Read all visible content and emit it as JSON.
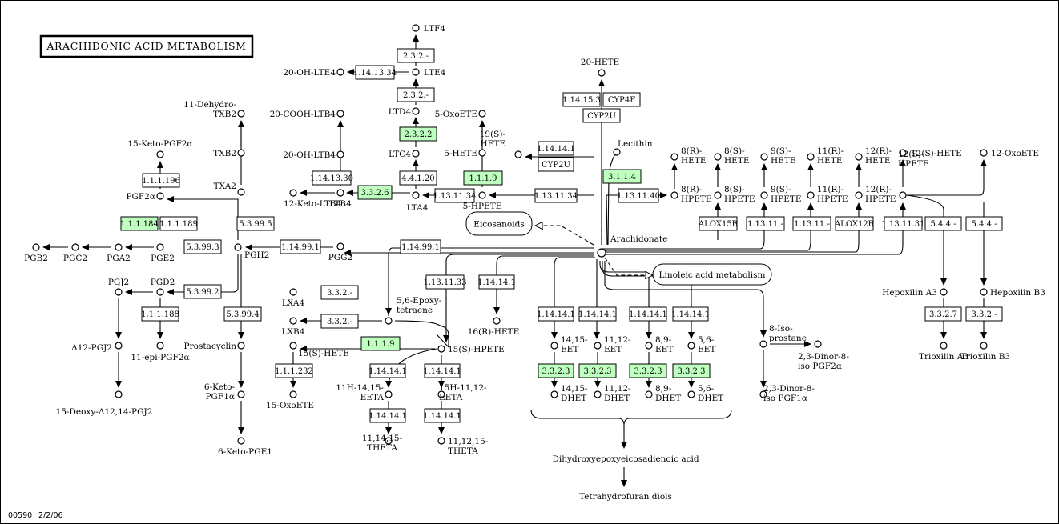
{
  "title": "ARACHIDONIC ACID METABOLISM",
  "footer": {
    "map_id": "00590",
    "date": "2/2/06"
  },
  "colors": {
    "enzyme_present": "#bfffbf",
    "enzyme_absent": "#ffffff",
    "line": "#000000",
    "background": "#ffffff"
  },
  "compounds": [
    {
      "id": "ltf4",
      "label": "LTF4",
      "label_pos": "right"
    },
    {
      "id": "lte4",
      "label": "LTE4",
      "label_pos": "right"
    },
    {
      "id": "oh_lte4",
      "label": "20-OH-LTE4",
      "label_pos": "left"
    },
    {
      "id": "ltd4",
      "label": "LTD4",
      "label_pos": "left"
    },
    {
      "id": "ltc4",
      "label": "LTC4",
      "label_pos": "left"
    },
    {
      "id": "lta4",
      "label": "LTA4",
      "label_pos": "below"
    },
    {
      "id": "ltb4",
      "label": "LTB4",
      "label_pos": "below"
    },
    {
      "id": "keto_ltb4",
      "label": "12-Keto-LTB4",
      "label_pos": "right"
    },
    {
      "id": "oh_ltb4",
      "label": "20-OH-LTB4",
      "label_pos": "left"
    },
    {
      "id": "cooh_ltb4",
      "label": "20-COOH-LTB4",
      "label_pos": "left"
    },
    {
      "id": "oxoete5",
      "label": "5-OxoETE",
      "label_pos": "left"
    },
    {
      "id": "hete5",
      "label": "5-HETE",
      "label_pos": "left"
    },
    {
      "id": "hpete5",
      "label": "5-HPETE",
      "label_pos": "below"
    },
    {
      "id": "hete19",
      "label": "19(S)-\nHETE",
      "label_pos": "left"
    },
    {
      "id": "hete20",
      "label": "20-HETE",
      "label_pos": "above"
    },
    {
      "id": "lecithin",
      "label": "Lecithin",
      "label_pos": "right"
    },
    {
      "id": "arach",
      "label": "Arachidonate",
      "label_pos": "right"
    },
    {
      "id": "hete8r",
      "label": "8(R)-\nHETE",
      "label_pos": "right"
    },
    {
      "id": "hpete8r",
      "label": "8(R)-\nHPETE",
      "label_pos": "right"
    },
    {
      "id": "hete8s",
      "label": "8(S)-\nHETE",
      "label_pos": "right"
    },
    {
      "id": "hpete8s",
      "label": "8(S)-\nHPETE",
      "label_pos": "right"
    },
    {
      "id": "hete9s",
      "label": "9(S)-\nHETE",
      "label_pos": "right"
    },
    {
      "id": "hpete9s",
      "label": "9(S)-\nHPETE",
      "label_pos": "right"
    },
    {
      "id": "hete11r",
      "label": "11(R)-\nHETE",
      "label_pos": "right"
    },
    {
      "id": "hpete11r",
      "label": "11(R)-\nHPETE",
      "label_pos": "right"
    },
    {
      "id": "hete12r",
      "label": "12(R)-\nHETE",
      "label_pos": "right"
    },
    {
      "id": "hpete12r",
      "label": "12(R)-\nHPETE",
      "label_pos": "right"
    },
    {
      "id": "hete12s",
      "label": "12(S)-HETE",
      "label_pos": "right"
    },
    {
      "id": "oxoete12",
      "label": "12-OxoETE",
      "label_pos": "right"
    },
    {
      "id": "hpete12s",
      "label": "12(S)-\nHPETE",
      "label_pos": "right"
    },
    {
      "id": "hepa",
      "label": "Hepoxilin A3",
      "label_pos": "left"
    },
    {
      "id": "hepb",
      "label": "Hepoxilin B3",
      "label_pos": "right"
    },
    {
      "id": "trioxa",
      "label": "Trioxilin A3",
      "label_pos": "below"
    },
    {
      "id": "trioxb",
      "label": "Trioxilin B3",
      "label_pos": "below"
    },
    {
      "id": "dehydro_txb2",
      "label": "11-Dehydro-\nTXB2",
      "label_pos": "left"
    },
    {
      "id": "txb2",
      "label": "TXB2",
      "label_pos": "left"
    },
    {
      "id": "txa2",
      "label": "TXA2",
      "label_pos": "left"
    },
    {
      "id": "keto_pgf2a",
      "label": "15-Keto-PGF2α",
      "label_pos": "above"
    },
    {
      "id": "pgf2a",
      "label": "PGF2α",
      "label_pos": "left"
    },
    {
      "id": "pgh2",
      "label": "PGH2",
      "label_pos": "right"
    },
    {
      "id": "pgg2",
      "label": "PGG2",
      "label_pos": "below"
    },
    {
      "id": "pge2",
      "label": "PGE2",
      "label_pos": "below"
    },
    {
      "id": "pga2",
      "label": "PGA2",
      "label_pos": "below"
    },
    {
      "id": "pgc2",
      "label": "PGC2",
      "label_pos": "below"
    },
    {
      "id": "pgb2",
      "label": "PGB2",
      "label_pos": "below"
    },
    {
      "id": "pgd2",
      "label": "PGD2",
      "label_pos": "above"
    },
    {
      "id": "pgj2",
      "label": "PGJ2",
      "label_pos": "above"
    },
    {
      "id": "d12pgj2",
      "label": "Δ12-PGJ2",
      "label_pos": "left"
    },
    {
      "id": "deoxy_pgj2",
      "label": "15-Deoxy-Δ12,14-PGJ2",
      "label_pos": "below"
    },
    {
      "id": "epi_pgf2a",
      "label": "11-epi-PGF2α",
      "label_pos": "below"
    },
    {
      "id": "prostacyclin",
      "label": "Prostacyclin",
      "label_pos": "left"
    },
    {
      "id": "keto_pgf1a",
      "label": "6-Keto-\nPGF1α",
      "label_pos": "left"
    },
    {
      "id": "keto_pge1",
      "label": "6-Keto-PGE1",
      "label_pos": "below"
    },
    {
      "id": "lxa4",
      "label": "LXA4",
      "label_pos": "below"
    },
    {
      "id": "lxb4",
      "label": "LXB4",
      "label_pos": "below"
    },
    {
      "id": "epoxy",
      "label": "5,6-Epoxy-\ntetraene",
      "label_pos": "right"
    },
    {
      "id": "hete15s",
      "label": "15(S)-HETE",
      "label_pos": "right"
    },
    {
      "id": "oxoete15",
      "label": "15-OxoETE",
      "label_pos": "below"
    },
    {
      "id": "hpete15s",
      "label": "15(S)-HPETE",
      "label_pos": "right"
    },
    {
      "id": "hete16r",
      "label": "16(R)-HETE",
      "label_pos": "below"
    },
    {
      "id": "eeta11h",
      "label": "11H-14,15-\nEETA",
      "label_pos": "left"
    },
    {
      "id": "eeta15h",
      "label": "15H-11,12-\nEETA",
      "label_pos": "right"
    },
    {
      "id": "theta11",
      "label": "11,14,15-\nTHETA",
      "label_pos": "below"
    },
    {
      "id": "theta11b",
      "label": "11,12,15-\nTHETA",
      "label_pos": "right"
    },
    {
      "id": "eet14",
      "label": "14,15-\nEET",
      "label_pos": "right"
    },
    {
      "id": "eet11",
      "label": "11,12-\nEET",
      "label_pos": "right"
    },
    {
      "id": "eet8",
      "label": "8,9-\nEET",
      "label_pos": "right"
    },
    {
      "id": "eet5",
      "label": "5,6-\nEET",
      "label_pos": "right"
    },
    {
      "id": "dhet14",
      "label": "14,15-\nDHET",
      "label_pos": "right"
    },
    {
      "id": "dhet11",
      "label": "11,12-\nDHET",
      "label_pos": "right"
    },
    {
      "id": "dhet8",
      "label": "8,9-\nDHET",
      "label_pos": "right"
    },
    {
      "id": "dhet5",
      "label": "5,6-\nDHET",
      "label_pos": "right"
    },
    {
      "id": "isop8",
      "label": "8-Iso-\nprostane",
      "label_pos": "right"
    },
    {
      "id": "dinor_f2a",
      "label": "2,3-Dinor-8-\niso PGF2α",
      "label_pos": "below"
    },
    {
      "id": "dinor_f1a",
      "label": "2,3-Dinor-8-\niso PGF1α",
      "label_pos": "right"
    }
  ],
  "enzymes": [
    {
      "id": "e_2321a",
      "label": "2.3.2.-",
      "present": false
    },
    {
      "id": "e_2321b",
      "label": "2.3.2.-",
      "present": false
    },
    {
      "id": "e_1141334",
      "label": "1.14.13.34",
      "present": false
    },
    {
      "id": "e_2322",
      "label": "2.3.2.2",
      "present": true
    },
    {
      "id": "e_44120",
      "label": "4.4.1.20",
      "present": false
    },
    {
      "id": "e_1141330",
      "label": "1.14.13.30",
      "present": false
    },
    {
      "id": "e_3326",
      "label": "3.3.2.6",
      "present": true
    },
    {
      "id": "e_11119a",
      "label": "1.1.1.9",
      "present": true
    },
    {
      "id": "e_113134a",
      "label": "1.13.11.34",
      "present": false
    },
    {
      "id": "e_113134b",
      "label": "1.13.11.34",
      "present": false
    },
    {
      "id": "e_114141a",
      "label": "1.14.14.1",
      "present": false
    },
    {
      "id": "e_cyp2u_a",
      "label": "CYP2U",
      "present": false
    },
    {
      "id": "e_114153",
      "label": "1.14.15.3",
      "present": false
    },
    {
      "id": "e_cyp4f",
      "label": "CYP4F",
      "present": false
    },
    {
      "id": "e_cyp2u_b",
      "label": "CYP2U",
      "present": false
    },
    {
      "id": "e_3114",
      "label": "3.1.1.4",
      "present": true
    },
    {
      "id": "e_113140",
      "label": "1.13.11.40",
      "present": false
    },
    {
      "id": "e_alox15b",
      "label": "ALOX15B",
      "present": false
    },
    {
      "id": "e_11311a",
      "label": "1.13.11.-",
      "present": false
    },
    {
      "id": "e_11311b",
      "label": "1.13.11.-",
      "present": false
    },
    {
      "id": "e_alox12b",
      "label": "ALOX12B",
      "present": false
    },
    {
      "id": "e_113131",
      "label": "1.13.11.31",
      "present": false
    },
    {
      "id": "e_544a",
      "label": "5.4.4.-",
      "present": false
    },
    {
      "id": "e_544b",
      "label": "5.4.4.-",
      "present": false
    },
    {
      "id": "e_3327",
      "label": "3.3.2.7",
      "present": false
    },
    {
      "id": "e_332b",
      "label": "3.3.2.-",
      "present": false
    },
    {
      "id": "e_111196",
      "label": "1.1.1.196",
      "present": false
    },
    {
      "id": "e_111184",
      "label": "1.1.1.184",
      "present": true
    },
    {
      "id": "e_111189",
      "label": "1.1.1.189",
      "present": false
    },
    {
      "id": "e_53995",
      "label": "5.3.99.5",
      "present": false
    },
    {
      "id": "e_53993",
      "label": "5.3.99.3",
      "present": false
    },
    {
      "id": "e_114991a",
      "label": "1.14.99.1",
      "present": false
    },
    {
      "id": "e_114991b",
      "label": "1.14.99.1",
      "present": false
    },
    {
      "id": "e_53992",
      "label": "5.3.99.2",
      "present": false
    },
    {
      "id": "e_111188",
      "label": "1.1.1.188",
      "present": false
    },
    {
      "id": "e_53994",
      "label": "5.3.99.4",
      "present": false
    },
    {
      "id": "e_332c",
      "label": "3.3.2.-",
      "present": false
    },
    {
      "id": "e_332d",
      "label": "3.3.2.-",
      "present": false
    },
    {
      "id": "e_11119b",
      "label": "1.1.1.9",
      "present": true
    },
    {
      "id": "e_111232",
      "label": "1.1.1.232",
      "present": false
    },
    {
      "id": "e_113133",
      "label": "1.13.11.33",
      "present": false
    },
    {
      "id": "e_114141b",
      "label": "1.14.14.1",
      "present": false
    },
    {
      "id": "e_114141c",
      "label": "1.14.14.1",
      "present": false
    },
    {
      "id": "e_114141d",
      "label": "1.14.14.1",
      "present": false
    },
    {
      "id": "e_114141e",
      "label": "1.14.14.1",
      "present": false
    },
    {
      "id": "e_114141f",
      "label": "1.14.14.1",
      "present": false
    },
    {
      "id": "e_114141g",
      "label": "1.14.14.1",
      "present": false
    },
    {
      "id": "e_114141h",
      "label": "1.14.14.1",
      "present": false
    },
    {
      "id": "e_114141i",
      "label": "1.14.14.1",
      "present": false
    },
    {
      "id": "e_114141j",
      "label": "1.14.14.1",
      "present": false
    },
    {
      "id": "e_114141k",
      "label": "1.14.14.1",
      "present": false
    },
    {
      "id": "e_114141l",
      "label": "1.14.14.1",
      "present": false
    },
    {
      "id": "e_3323a",
      "label": "3.3.2.3",
      "present": true
    },
    {
      "id": "e_3323b",
      "label": "3.3.2.3",
      "present": true
    },
    {
      "id": "e_3323c",
      "label": "3.3.2.3",
      "present": true
    },
    {
      "id": "e_3323d",
      "label": "3.3.2.3",
      "present": true
    }
  ],
  "maps": [
    {
      "id": "m_eico",
      "label": "Eicosanoids"
    },
    {
      "id": "m_lino",
      "label": "Linoleic acid metabolism"
    }
  ],
  "annotations": [
    {
      "id": "a_dhee",
      "label": "Dihydroxyepoxyeicosadienoic acid"
    },
    {
      "id": "a_thf",
      "label": "Tetrahydrofuran diols"
    }
  ]
}
